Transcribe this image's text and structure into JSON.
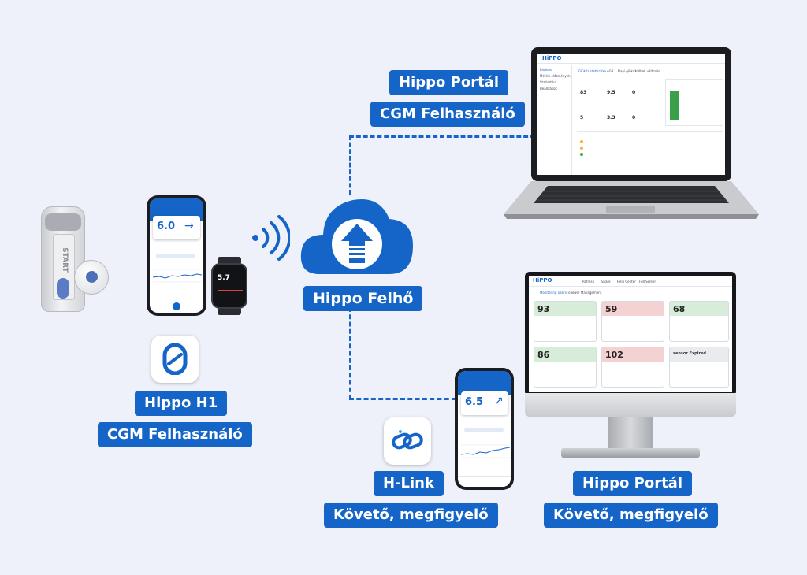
{
  "labels": {
    "portal_top_title": "Hippo Portál",
    "portal_top_sub": "CGM Felhasználó",
    "cloud": "Hippo Felhő",
    "h1_title": "Hippo H1",
    "h1_sub": "CGM Felhasználó",
    "hlink_title": "H-Link",
    "hlink_sub": "Követő, megfigyelő",
    "portal_bottom_title": "Hippo Portál",
    "portal_bottom_sub": "Követő, megfigyelő"
  },
  "devices": {
    "applicator_text": "START",
    "phone1_reading": "6.0",
    "watch_reading": "5.7",
    "phone2_reading": "6.5"
  },
  "laptop_screen": {
    "logo": "HiPPO",
    "sidebar_items": [
      "Páciens",
      "Mérési előzmények",
      "Statisztika",
      "Beállítások"
    ],
    "tabs": [
      "Glükóz statisztika",
      "AGP",
      "Napi glükóz",
      "Időbeli változás"
    ],
    "stats": [
      "83",
      "9.5",
      "0",
      "5",
      "3.3",
      "0"
    ]
  },
  "monitor_screen": {
    "logo": "HiPPO",
    "nav": [
      "Refresh",
      "Share",
      "Help Center",
      "Full Screen"
    ],
    "tabs": [
      "Monitoring Users",
      "Follower Management"
    ],
    "cards": [
      {
        "value": "93",
        "tone": "green"
      },
      {
        "value": "59",
        "tone": "red"
      },
      {
        "value": "68",
        "tone": "green"
      },
      {
        "value": "86",
        "tone": "green"
      },
      {
        "value": "102",
        "tone": "red"
      },
      {
        "value": "sensor Expired",
        "tone": "gray"
      }
    ]
  },
  "colors": {
    "accent": "#1565c8",
    "background": "#eef1fa"
  }
}
